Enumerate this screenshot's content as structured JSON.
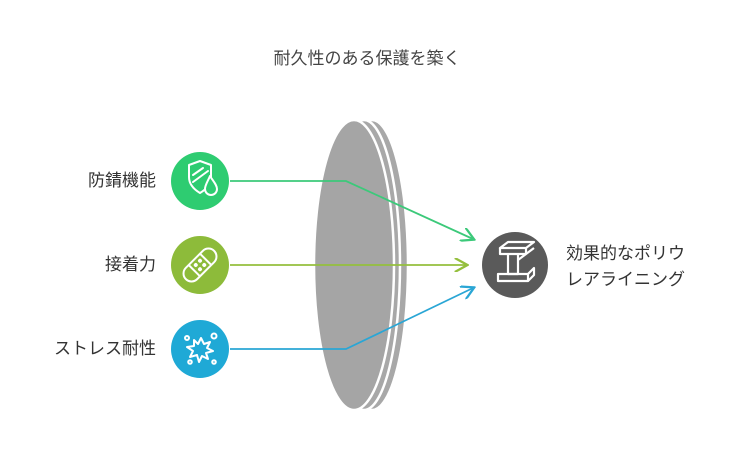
{
  "title": "耐久性のある保護を築く",
  "inputs": [
    {
      "label": "防錆機能",
      "icon": "shield-water-drop-icon",
      "color": "#2ecc71",
      "line_color": "#3cc97a"
    },
    {
      "label": "接着力",
      "icon": "bandage-icon",
      "color": "#8dbb3a",
      "line_color": "#94bf3d"
    },
    {
      "label": "ストレス耐性",
      "icon": "splash-icon",
      "color": "#1fa9d6",
      "line_color": "#2aa6d5"
    }
  ],
  "output": {
    "line1": "効果的なポリウ",
    "line2": "レアライニング",
    "icon": "steel-beam-icon",
    "color": "#5a5a5a"
  },
  "lens": {
    "color": "#a8a8a8",
    "edge_color": "#ffffff"
  }
}
